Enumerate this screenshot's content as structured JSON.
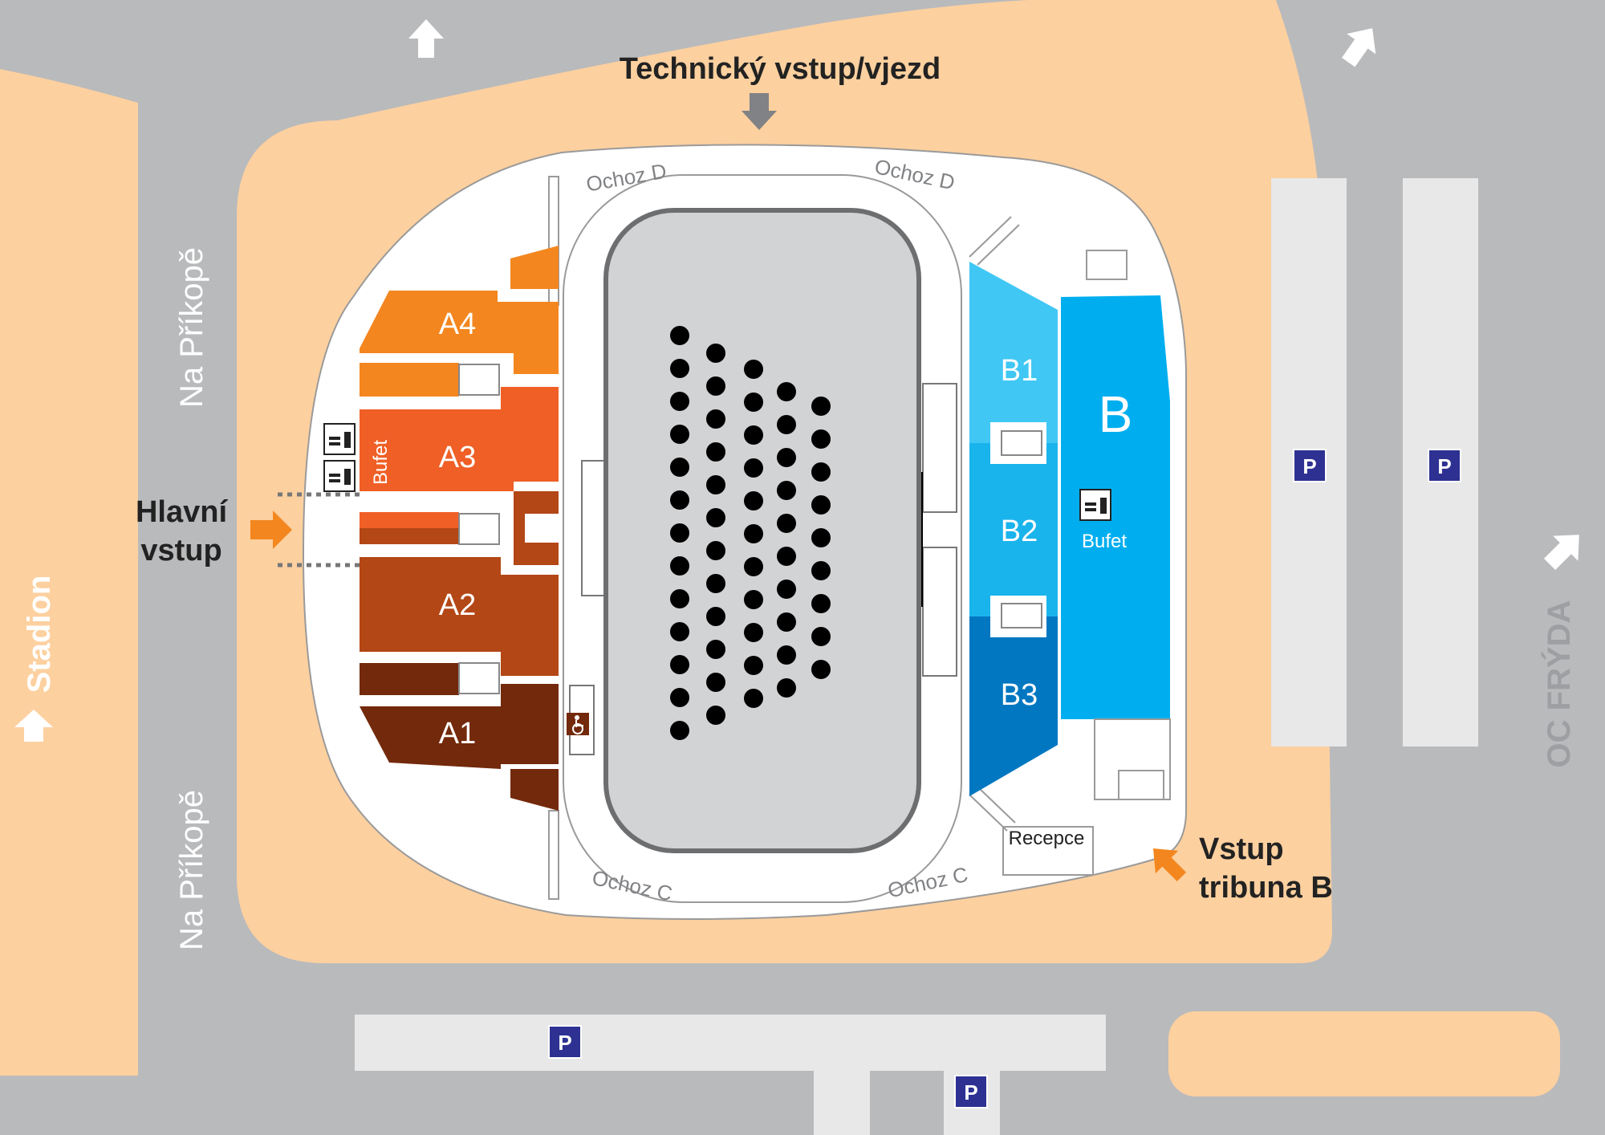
{
  "colors": {
    "road": "#b9babc",
    "ground": "#fdd09f",
    "arena": "#ffffff",
    "parking": "#e8e8e9",
    "ice": "#d2d3d5",
    "a1": "#73290b",
    "a2": "#b34715",
    "a3": "#ef5f26",
    "a4": "#f4861f",
    "b": "#00aeef",
    "b1": "#40c7f4",
    "b2": "#1ab4ec",
    "b3": "#0077c0",
    "arrow_orange": "#f4861f",
    "parking_badge": "#2e3192"
  },
  "labels": {
    "technical_entrance": "Technický vstup/vjezd",
    "main_entrance_line1": "Hlavní",
    "main_entrance_line2": "vstup",
    "entrance_b_line1": "Vstup",
    "entrance_b_line2": "tribuna B",
    "street_top": "Na Příkopě",
    "street_bottom": "Na Příkopě",
    "stadion": "Stadion",
    "oc_fryda": "OC FRÝDA",
    "parking": "P",
    "reception": "Recepce",
    "buffet_a": "Bufet",
    "buffet_b": "Bufet"
  },
  "corridors": {
    "top_left": "Ochoz D",
    "top_right": "Ochoz D",
    "bottom_left": "Ochoz C",
    "bottom_right": "Ochoz C"
  },
  "sections": {
    "a1": "A1",
    "a2": "A2",
    "a3": "A3",
    "a4": "A4",
    "b": "B",
    "b1": "B1",
    "b2": "B2",
    "b3": "B3"
  },
  "icons": {
    "direction": "arrow-icon",
    "parking": "parking-icon",
    "food": "food-drink-icon",
    "wheelchair": "wheelchair-icon"
  }
}
